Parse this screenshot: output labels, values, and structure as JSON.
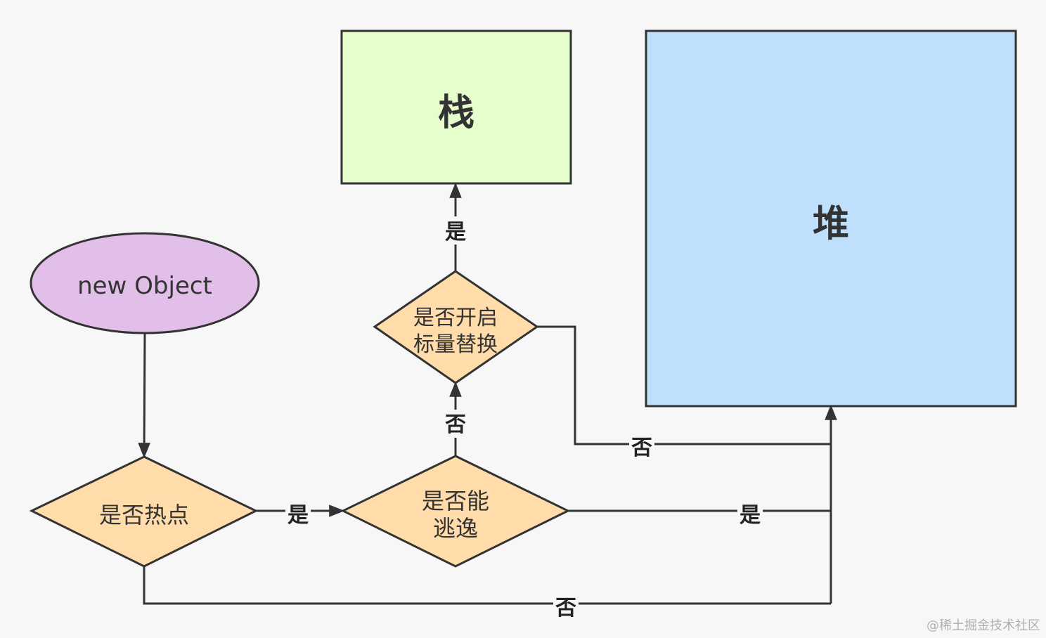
{
  "nodes": {
    "start": {
      "label": "new Object",
      "fill": "#e2bfe8"
    },
    "hotspot": {
      "label": "是否热点",
      "fill": "#ffdcaa"
    },
    "escape": {
      "label_line1": "是否能",
      "label_line2": "逃逸",
      "fill": "#ffdcaa"
    },
    "scalar": {
      "label_line1": "是否开启",
      "label_line2": "标量替换",
      "fill": "#ffdcaa"
    },
    "stack": {
      "label": "栈",
      "fill": "#e6fdcc"
    },
    "heap": {
      "label": "堆",
      "fill": "#bfe0fd"
    }
  },
  "edges": {
    "hotspot_yes": "是",
    "hotspot_no": "否",
    "escape_yes": "是",
    "escape_no": "否",
    "scalar_yes": "是",
    "scalar_no": "否"
  },
  "watermark": "@稀土掘金技术社区",
  "colors": {
    "stroke": "#333333",
    "background": "#f7f7f7"
  }
}
